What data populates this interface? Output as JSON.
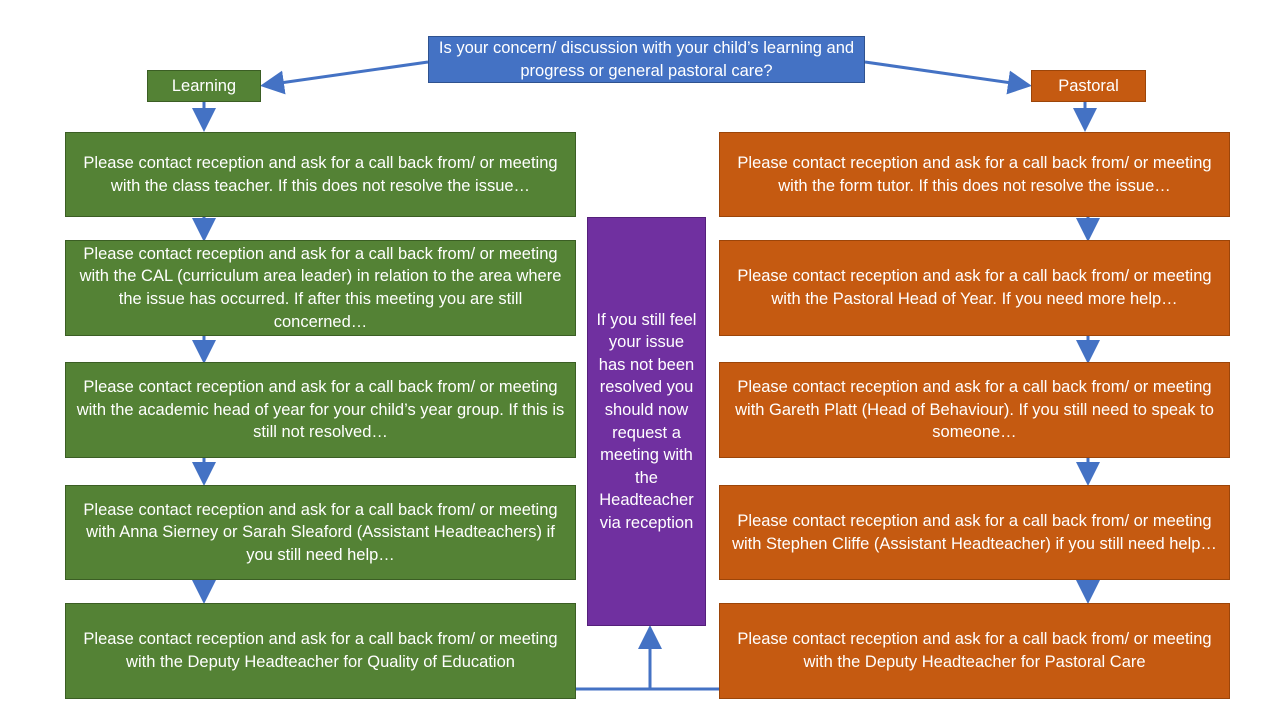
{
  "question": "Is your concern/ discussion with your child’s learning and progress or general pastoral care?",
  "learning_label": "Learning",
  "pastoral_label": "Pastoral",
  "headteacher_text": "If you still feel your issue has not been resolved you should now request a meeting with the Headteacher via reception",
  "learning_steps": [
    "Please contact reception and ask for a call back from/ or meeting with the class teacher.  If this does not resolve the issue…",
    "Please contact reception and ask for a call back from/ or meeting with the CAL (curriculum area leader) in relation to the area where the issue has occurred.  If after this meeting you are still concerned…",
    "Please contact reception and ask for a call back from/ or meeting with the academic head of year for your child’s year group.  If this is still not resolved…",
    "Please contact reception and ask for a call back from/ or meeting with Anna Sierney or Sarah Sleaford (Assistant Headteachers) if you still need help…",
    "Please contact reception and ask for a call back from/ or meeting with the Deputy Headteacher for Quality of Education"
  ],
  "pastoral_steps": [
    "Please contact reception and ask for a call back from/ or meeting with the form tutor.  If this does not resolve the issue…",
    "Please contact reception and ask for a call back from/ or meeting with the Pastoral Head of Year.  If you need more help…",
    "Please contact reception and ask for a call back from/ or meeting with Gareth Platt (Head of Behaviour).  If you still need to speak to someone…",
    "Please contact reception and ask for a call back from/ or meeting with Stephen Cliffe (Assistant Headteacher) if you still need help…",
    "Please contact reception and ask for a call back from/ or meeting with the Deputy Headteacher for Pastoral Care"
  ],
  "colors": {
    "question": "#4472C4",
    "learning": "#548235",
    "pastoral": "#C55A11",
    "headteacher": "#7030A0",
    "connector": "#4472C4"
  }
}
